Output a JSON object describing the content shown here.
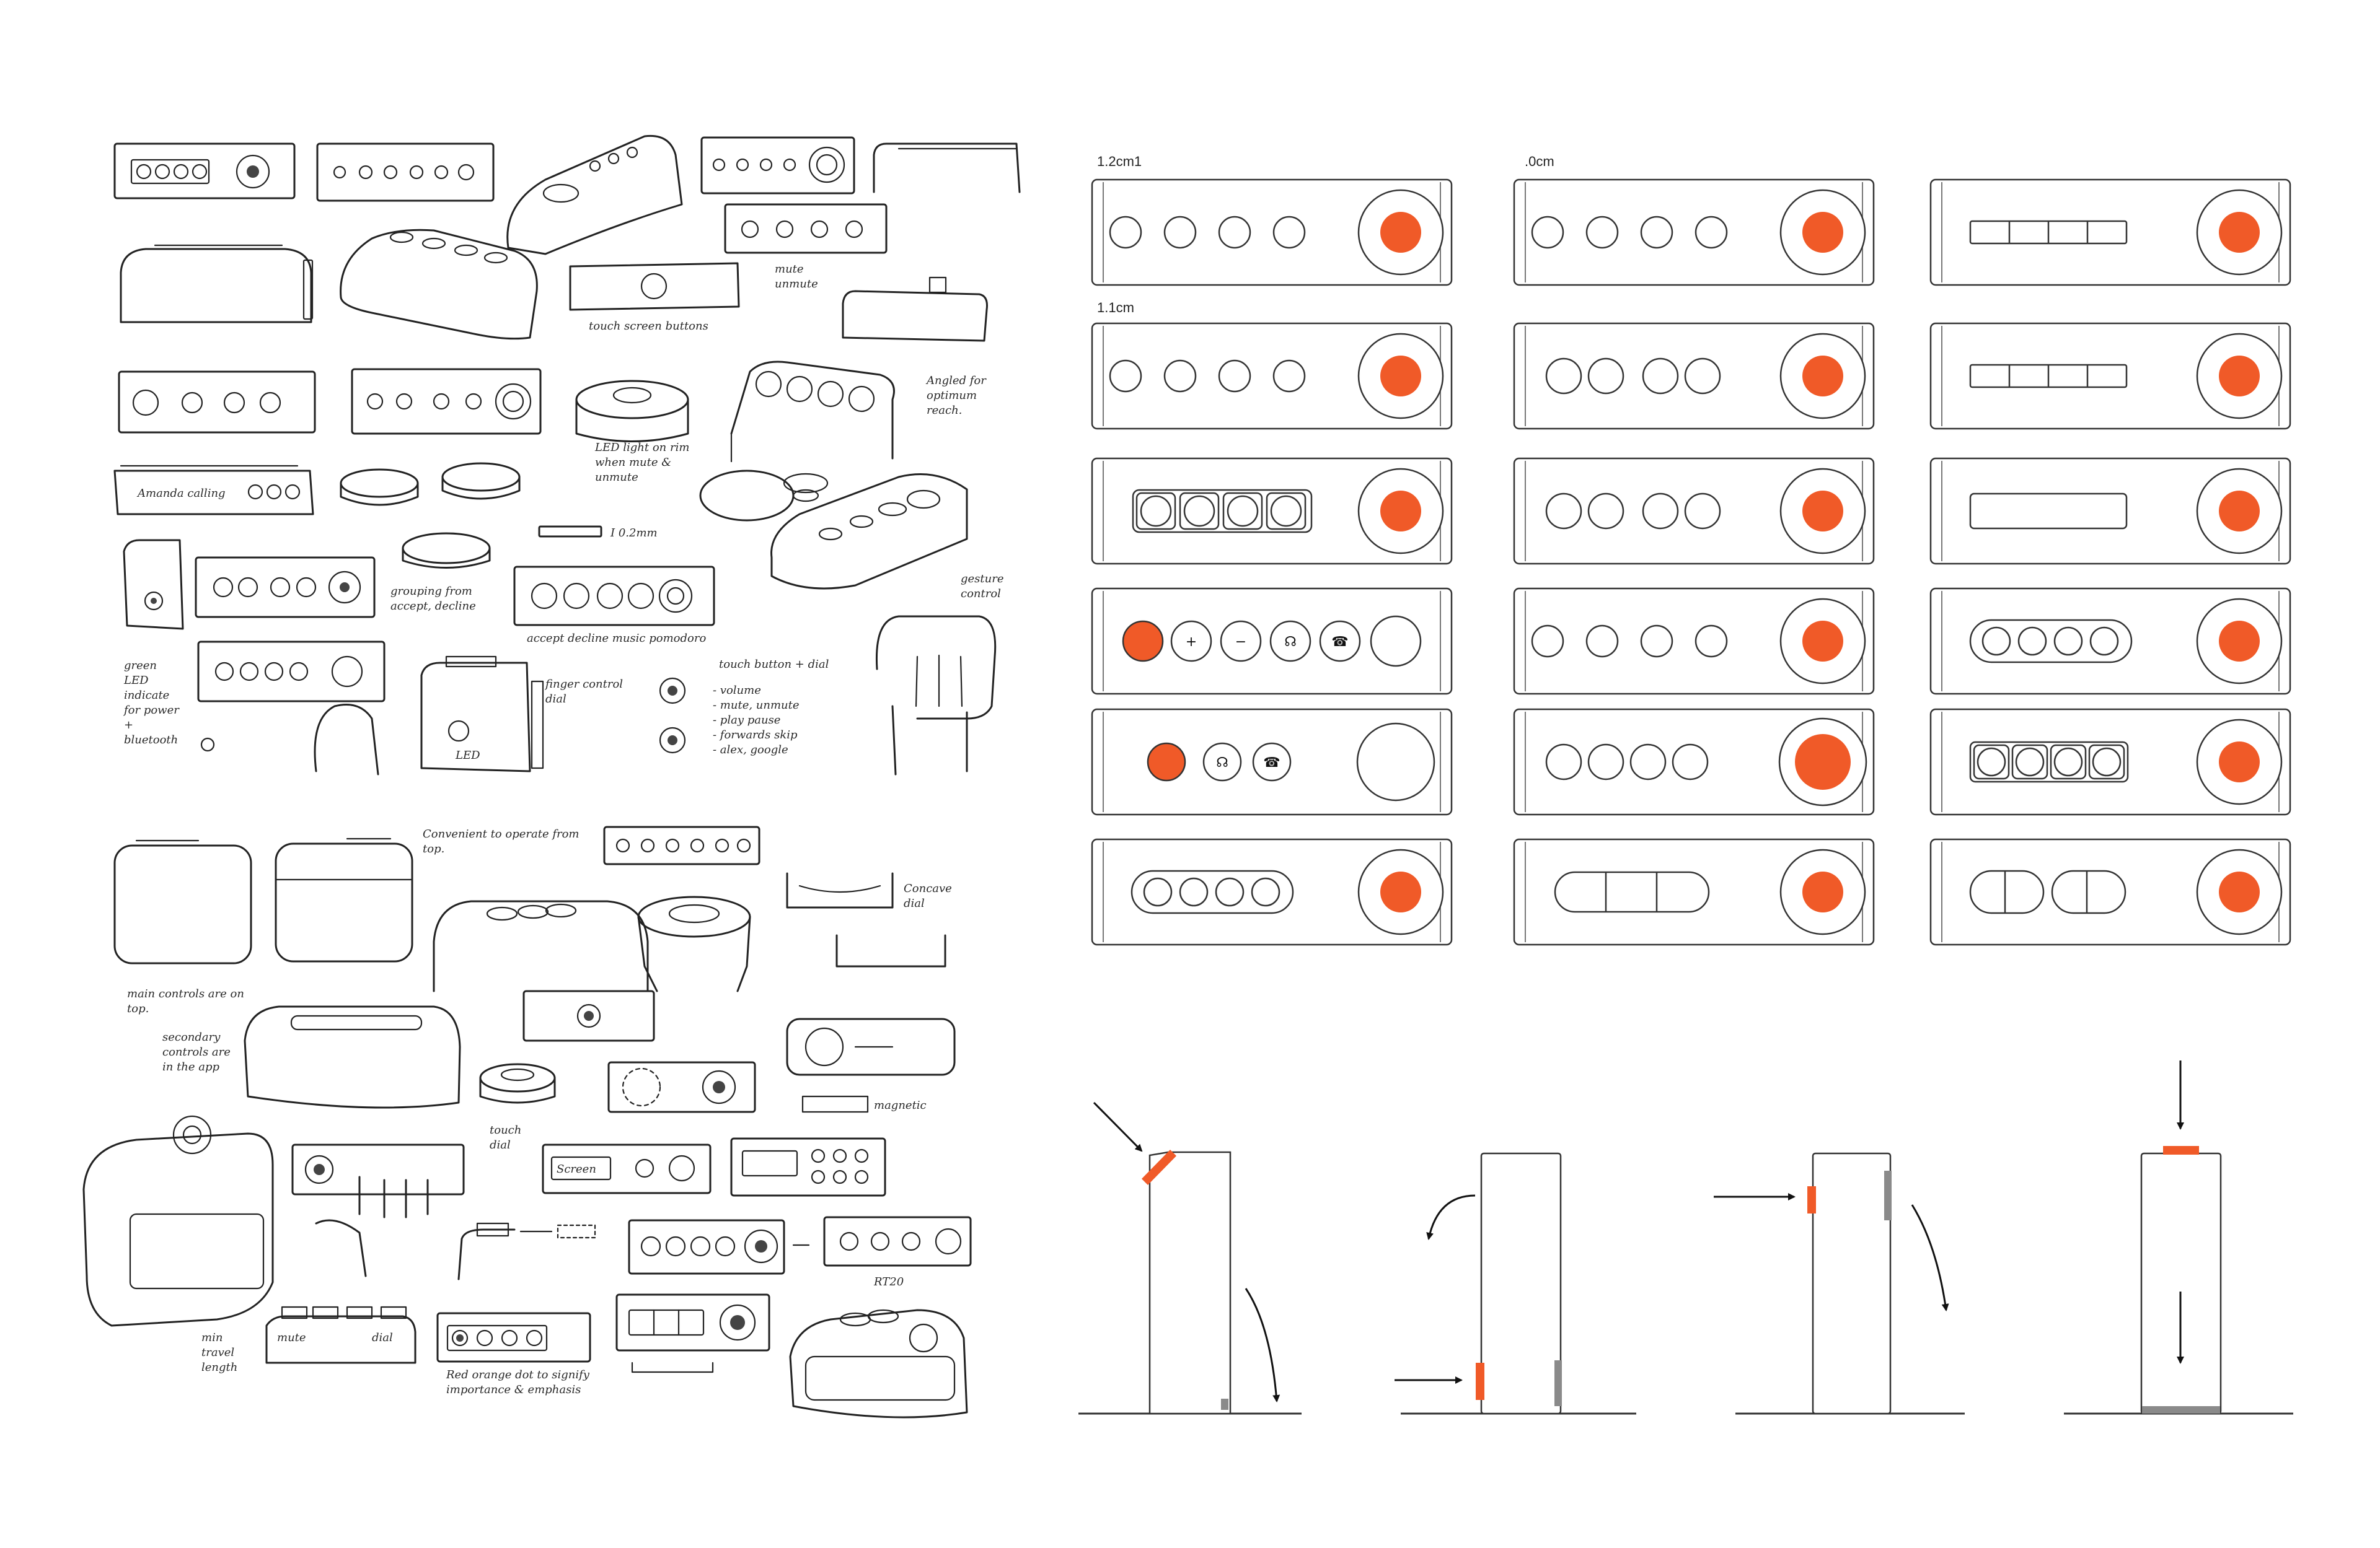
{
  "accent_color": "#f05a28",
  "gray_marker_color": "#8a8a8a",
  "sketches": {
    "notes": {
      "mute_unmute": "mute\nunmute",
      "touch_screen_buttons": "touch screen buttons",
      "angled_for_reach": "Angled for\noptimum\nreach.",
      "led_light_on_rim": "LED light on rim\nwhen mute &\nunmute",
      "amanda_calling": "Amanda calling",
      "dim_0_2": "I 0.2mm",
      "gesture_control": "gesture\ncontrol",
      "green_led": "green\nLED\nindicate\nfor power\n+\nbluetooth",
      "grouping": "grouping from\naccept, decline",
      "accept_decline_labels": "accept decline music pomodoro",
      "finger_control_dial": "finger control\ndial",
      "led_label": "LED",
      "touch_button_dial": "touch button + dial",
      "touch_list": "- volume\n- mute, unmute\n- play pause\n- forwards skip\n- alex, google",
      "convenient_top": "Convenient to operate from\ntop.",
      "concave_dial": "Concave\ndial",
      "main_controls_top": "main controls are on\ntop.",
      "secondary_controls": "secondary\ncontrols are\nin the app",
      "touch_dial": "touch\ndial",
      "magnetic": "magnetic",
      "screen": "Screen",
      "rt20": "RT20",
      "min_travel": "min\ntravel\nlength",
      "mute_small": "mute",
      "dial_small": "dial",
      "red_orange_dot": "Red orange dot to signify\nimportance & emphasis"
    }
  },
  "layouts": {
    "labels": {
      "size_12": "1.2cm1",
      "size_10": ".0cm",
      "size_11": "1.1cm"
    },
    "column1": [
      {
        "variant": "four-circles-dial"
      },
      {
        "variant": "four-circles-dial"
      },
      {
        "variant": "four-squares-dial"
      },
      {
        "variant": "icon-row-orange-first",
        "icons": [
          "+",
          "−",
          "☊",
          "☎"
        ]
      },
      {
        "variant": "three-buttons-big-dial",
        "icons": [
          "☊",
          "☎"
        ]
      },
      {
        "variant": "pill-four-circles-dial"
      }
    ],
    "column2": [
      {
        "variant": "four-circles-dial"
      },
      {
        "variant": "two-pairs-dial"
      },
      {
        "variant": "two-pairs-dial"
      },
      {
        "variant": "four-circles-dial"
      },
      {
        "variant": "four-circles-big-dot"
      },
      {
        "variant": "pill-three-segments-dial"
      }
    ],
    "column3": [
      {
        "variant": "bar-four-segments-dial"
      },
      {
        "variant": "bar-four-segments-dial"
      },
      {
        "variant": "empty-bar-dial"
      },
      {
        "variant": "pill-four-circles-dial"
      },
      {
        "variant": "squares-four-dial"
      },
      {
        "variant": "two-pills-dial"
      }
    ]
  },
  "placement_diagrams": [
    {
      "name": "angled-top-front"
    },
    {
      "name": "front-lower-bottom-gray"
    },
    {
      "name": "front-top-side-gray"
    },
    {
      "name": "top-orange-bottom-gray"
    }
  ]
}
